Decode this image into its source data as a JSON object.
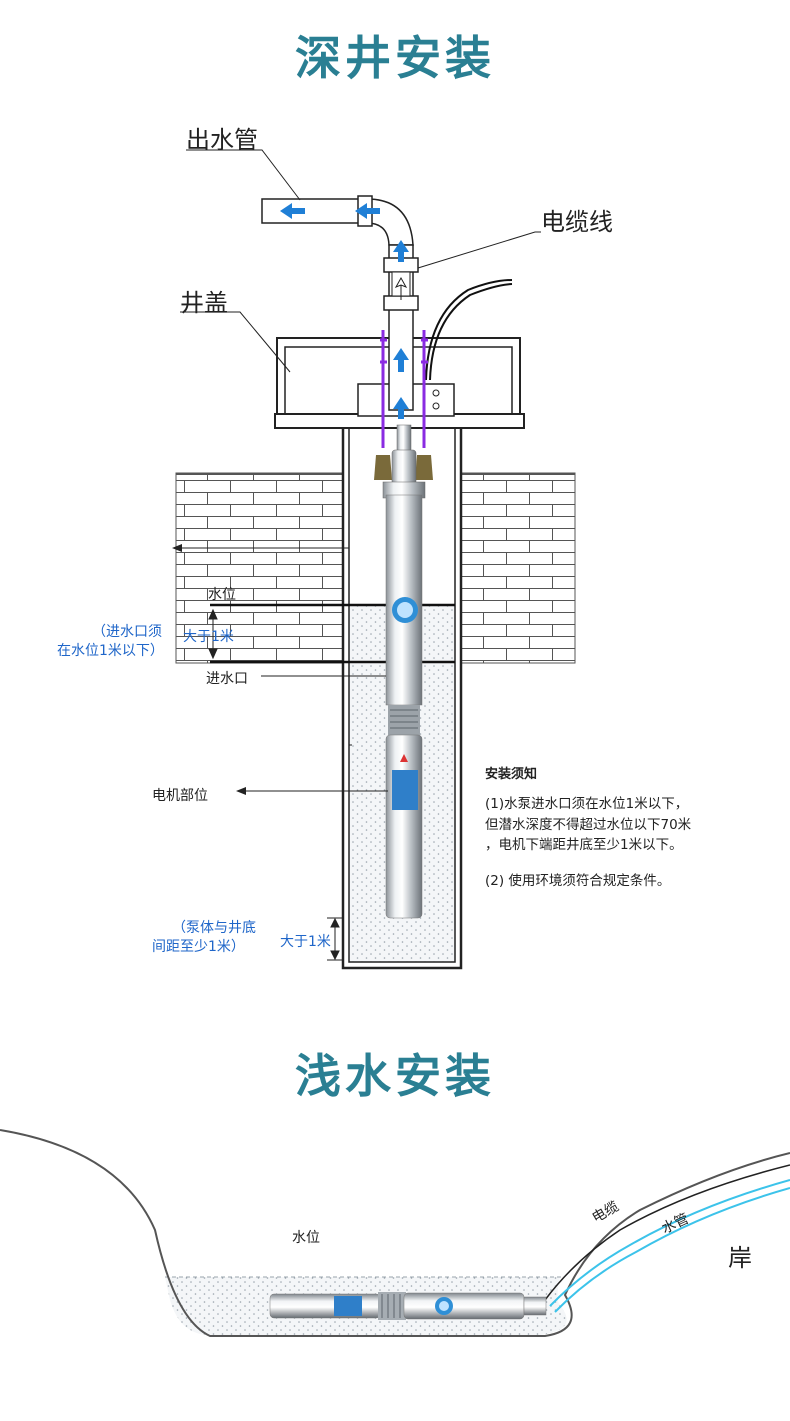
{
  "deep_well": {
    "title": "深井安装",
    "labels": {
      "outlet_pipe": "出水管",
      "cable": "电缆线",
      "well_cover": "井盖",
      "water_level": "水位",
      "inlet": "进水口",
      "motor": "电机部位"
    },
    "inlet_note": {
      "line1": "（进水口须",
      "line2": "在水位1米以下）",
      "distance": "大于1米"
    },
    "bottom_note": {
      "line1": "（泵体与井底",
      "line2": "间距至少1米）",
      "distance": "大于1米"
    },
    "instructions": {
      "heading": "安装须知",
      "item1_line1": "(1)水泵进水口须在水位1米以下，",
      "item1_line2": "但潜水深度不得超过水位以下70米",
      "item1_line3": "，电机下端距井底至少1米以下。",
      "item2": "(2) 使用环境须符合规定条件。"
    }
  },
  "shallow_water": {
    "title": "浅水安装",
    "labels": {
      "water_level": "水位",
      "cable": "电缆",
      "water_pipe": "水管",
      "shore": "岸"
    }
  },
  "colors": {
    "title": "#2a7f93",
    "arrow_blue": "#1f7fd6",
    "note_blue": "#1f66c9",
    "cyan_pipe": "#3cc3ea",
    "rope": "#8a2be2"
  }
}
